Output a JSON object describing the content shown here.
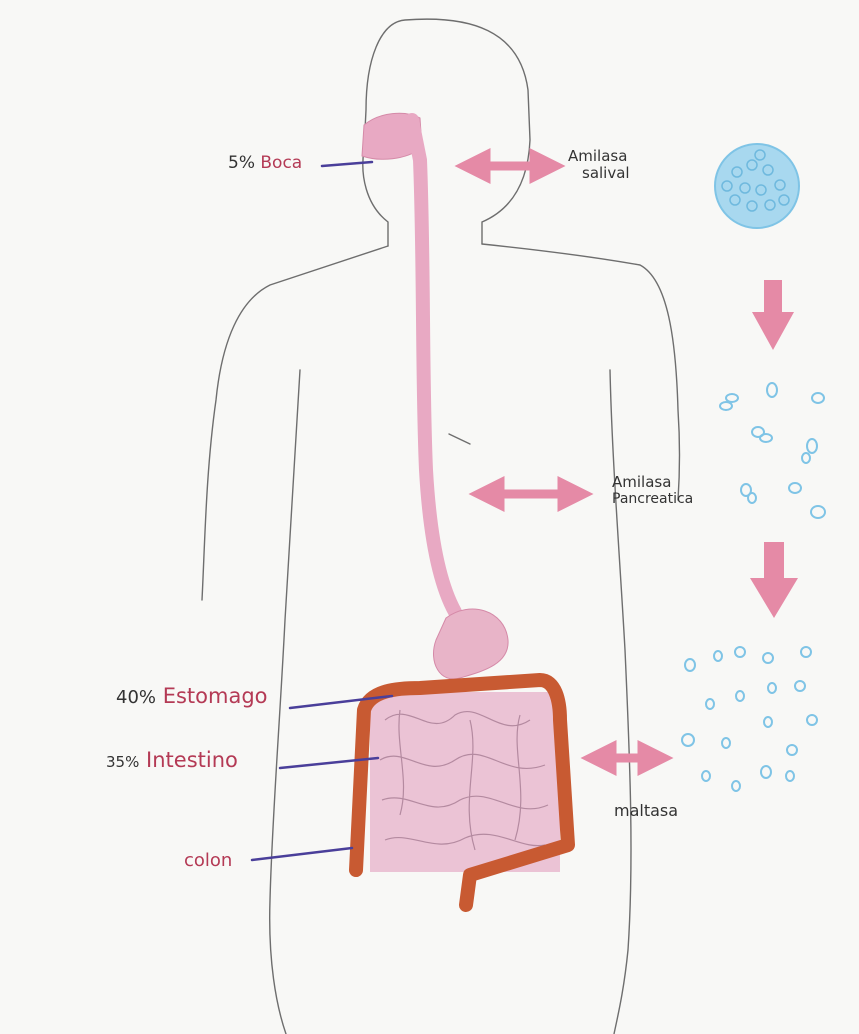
{
  "labels": {
    "boca": {
      "percent": "5%",
      "organ": "Boca"
    },
    "estomago": {
      "percent": "40%",
      "organ": "Estomago"
    },
    "intestino": {
      "percent": "35%",
      "organ": "Intestino"
    },
    "colon": {
      "organ": "colon"
    }
  },
  "enzymes": {
    "salival": {
      "line1": "Amilasa",
      "line2": "salival"
    },
    "pancreatica": {
      "line1": "Amilasa",
      "line2": "Pancreatica"
    },
    "maltasa": {
      "line1": "maltasa"
    }
  },
  "colors": {
    "tract": "#e8a9c3",
    "arrow": "#e58aa6",
    "colon": "#c85a32",
    "pointer_line": "#4a3f9a",
    "starch": "#7fc4e6",
    "outline": "#6e6e6e",
    "label_text": "#b43a55"
  },
  "stages": {
    "starch_icon": "starch-cluster",
    "fragments_icon": "starch-fragments",
    "molecules_icon": "glucose-molecules"
  }
}
